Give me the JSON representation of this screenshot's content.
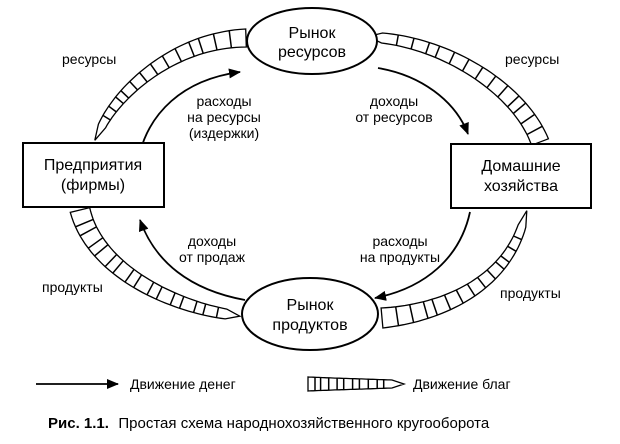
{
  "nodes": {
    "resource_market": {
      "line1": "Рынок",
      "line2": "ресурсов"
    },
    "product_market": {
      "line1": "Рынок",
      "line2": "продуктов"
    },
    "firms": {
      "line1": "Предприятия",
      "line2": "(фирмы)"
    },
    "households": {
      "line1": "Домашние",
      "line2": "хозяйства"
    }
  },
  "flows": {
    "resources_left": "ресурсы",
    "resources_right": "ресурсы",
    "products_left": "продукты",
    "products_right": "продукты",
    "resource_costs": {
      "line1": "расходы",
      "line2": "на ресурсы",
      "line3": "(издержки)"
    },
    "resource_income": {
      "line1": "доходы",
      "line2": "от ресурсов"
    },
    "sales_income": {
      "line1": "доходы",
      "line2": "от продаж"
    },
    "product_spending": {
      "line1": "расходы",
      "line2": "на продукты"
    }
  },
  "legend": {
    "money": "Движение денег",
    "goods": "Движение благ"
  },
  "caption": {
    "label": "Рис. 1.1.",
    "text": "Простая схема народнохозяйственного кругооборота"
  }
}
